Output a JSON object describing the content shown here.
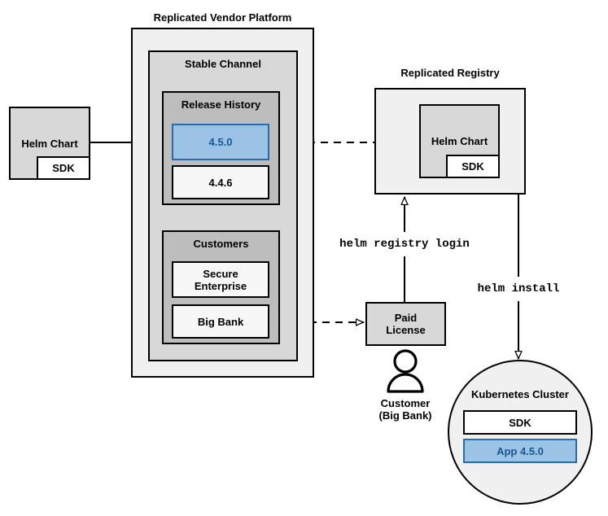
{
  "diagram": {
    "title_vendor_platform": "Replicated Vendor Platform",
    "title_registry": "Replicated Registry",
    "colors": {
      "highlight_blue_fill": "#9ac3e6",
      "highlight_blue_border": "#2b6ca8",
      "highlight_blue_text": "#1a5694",
      "level1_fill": "#f0f0f0",
      "level2_fill": "#d8d8d8",
      "level3_fill": "#bdbdbd",
      "stroke": "#000000"
    }
  },
  "source_chart": {
    "helm_chart_label": "Helm Chart",
    "sdk_label": "SDK"
  },
  "vendor_platform": {
    "stable_channel_label": "Stable Channel",
    "release_history": {
      "label": "Release History",
      "releases": [
        {
          "version": "4.5.0",
          "highlighted": true
        },
        {
          "version": "4.4.6",
          "highlighted": false
        }
      ]
    },
    "customers": {
      "label": "Customers",
      "items": [
        {
          "name": "Secure\nEnterprise",
          "line1": "Secure",
          "line2": "Enterprise"
        },
        {
          "name": "Big Bank",
          "line1": "Big Bank",
          "line2": ""
        }
      ]
    }
  },
  "registry": {
    "helm_chart_label": "Helm Chart",
    "sdk_label": "SDK"
  },
  "license": {
    "line1": "Paid",
    "line2": "License"
  },
  "customer_actor": {
    "line1": "Customer",
    "line2": "(Big Bank)"
  },
  "commands": {
    "registry_login": "helm registry login",
    "install": "helm install"
  },
  "cluster": {
    "label": "Kubernetes Cluster",
    "items": [
      {
        "name": "SDK",
        "highlighted": false
      },
      {
        "name": "App 4.5.0",
        "highlighted": true
      }
    ]
  }
}
